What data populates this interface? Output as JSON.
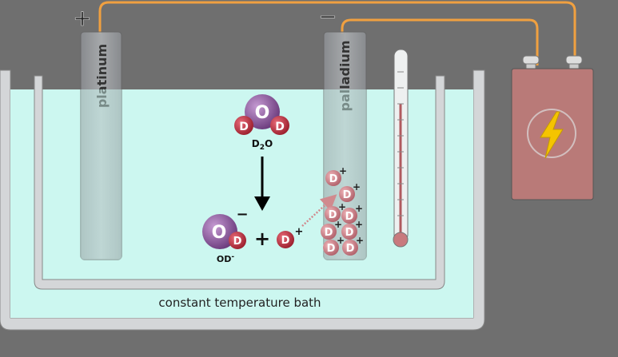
{
  "labels": {
    "anode_sign": "+",
    "cathode_sign": "−",
    "platinum": "platinum",
    "palladium": "palladium",
    "bath": "constant temperature bath",
    "d2o_main": "D",
    "d2o_sub": "2",
    "d2o_tail": "O",
    "od_label": "OD",
    "od_charge": "-",
    "od_ion_charge": "−",
    "plus": "+",
    "atom_o": "O",
    "atom_d": "D",
    "d_charge": "+"
  },
  "colors": {
    "background": "#6f6f6f",
    "liquid": "#ccf7f0",
    "wire": "#f0a040",
    "battery": "#b97a78",
    "oxygen": "#8a4f9a",
    "deuterium": "#c0303f",
    "deuterium_absorbed": "#d98a90",
    "electrode": "#9b9ea2",
    "lightning": "#f5c400"
  }
}
